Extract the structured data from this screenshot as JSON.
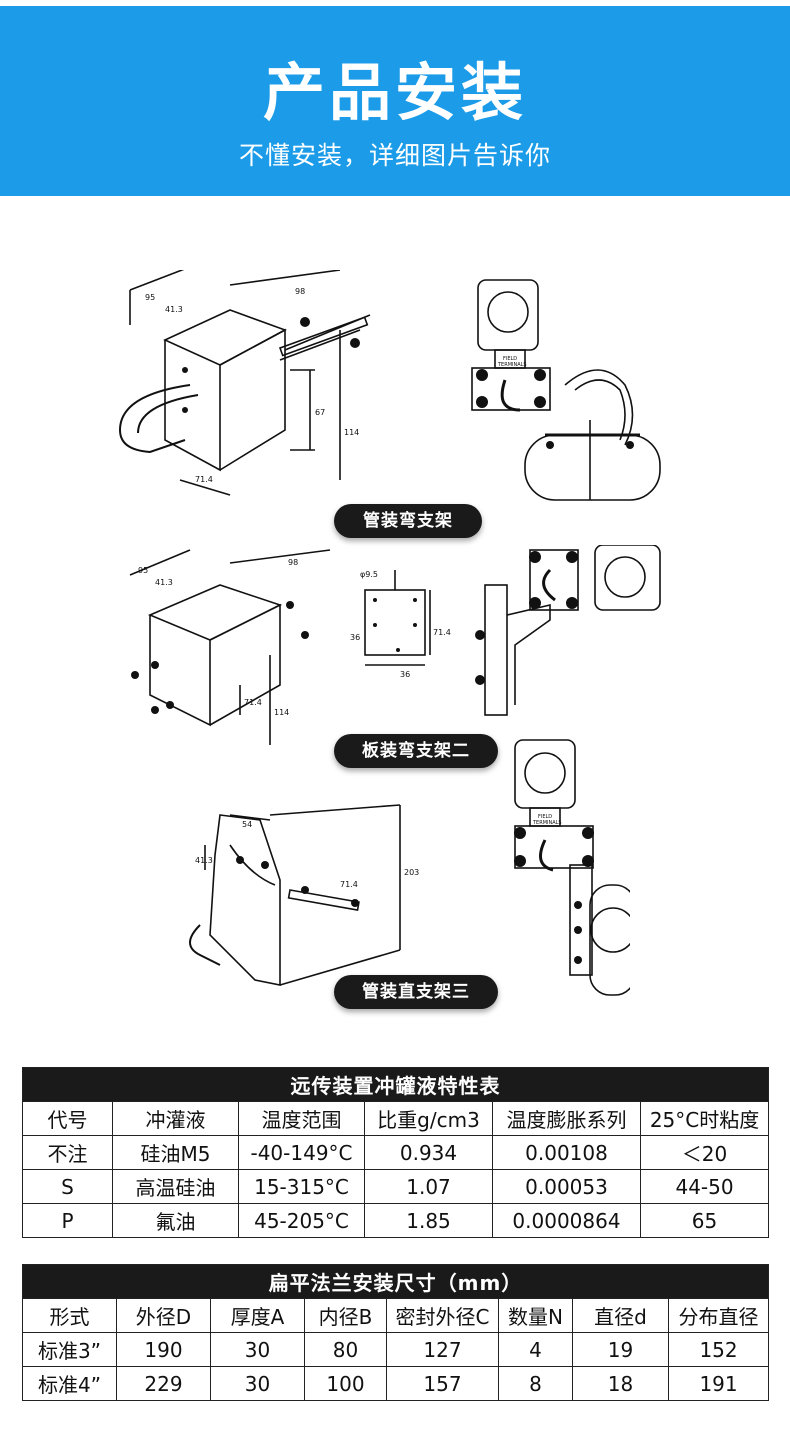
{
  "header": {
    "title": "产品安装",
    "subtitle": "不懂安装，详细图片告诉你",
    "bg_color": "#1c9ce8"
  },
  "drawings": {
    "d1": {
      "label": "管装弯支架",
      "dims": [
        "95",
        "41.3",
        "98",
        "67",
        "114",
        "71.4"
      ],
      "transmitter_marks": [
        "FIELD",
        "TERMINALS"
      ]
    },
    "d2": {
      "label": "板装弯支架二",
      "dims": [
        "95",
        "41.3",
        "98",
        "71.4",
        "114",
        "φ9.5",
        "36",
        "71.4",
        "36"
      ]
    },
    "d3": {
      "label": "管装直支架三",
      "dims": [
        "54",
        "41.3",
        "203",
        "71.4"
      ],
      "transmitter_marks": [
        "FIELD",
        "TERMINALS"
      ]
    }
  },
  "table1": {
    "title": "远传装置冲罐液特性表",
    "headers": [
      "代号",
      "冲灌液",
      "温度范围",
      "比重g/cm3",
      "温度膨胀系列",
      "25°C时粘度"
    ],
    "rows": [
      [
        "不注",
        "硅油M5",
        "-40-149°C",
        "0.934",
        "0.00108",
        "＜20"
      ],
      [
        "S",
        "高温硅油",
        "15-315°C",
        "1.07",
        "0.00053",
        "44-50"
      ],
      [
        "P",
        "氟油",
        "45-205°C",
        "1.85",
        "0.0000864",
        "65"
      ]
    ]
  },
  "table2": {
    "title": "扁平法兰安装尺寸（mm）",
    "headers": [
      "形式",
      "外径D",
      "厚度A",
      "内径B",
      "密封外径C",
      "数量N",
      "直径d",
      "分布直径"
    ],
    "rows": [
      [
        "标准3”",
        "190",
        "30",
        "80",
        "127",
        "4",
        "19",
        "152"
      ],
      [
        "标准4”",
        "229",
        "30",
        "100",
        "157",
        "8",
        "18",
        "191"
      ]
    ]
  }
}
